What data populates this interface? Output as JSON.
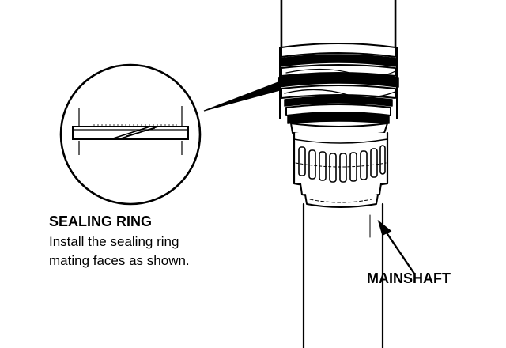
{
  "callout": {
    "title": "SEALING RING",
    "lines": [
      "Install the sealing ring",
      "mating faces as shown."
    ]
  },
  "shaft": {
    "label": "MAINSHAFT"
  },
  "colors": {
    "ink": "#000000",
    "paper": "#ffffff"
  },
  "icons": {
    "detail_view": "magnified-circle",
    "pointer": "leader-arrow"
  }
}
